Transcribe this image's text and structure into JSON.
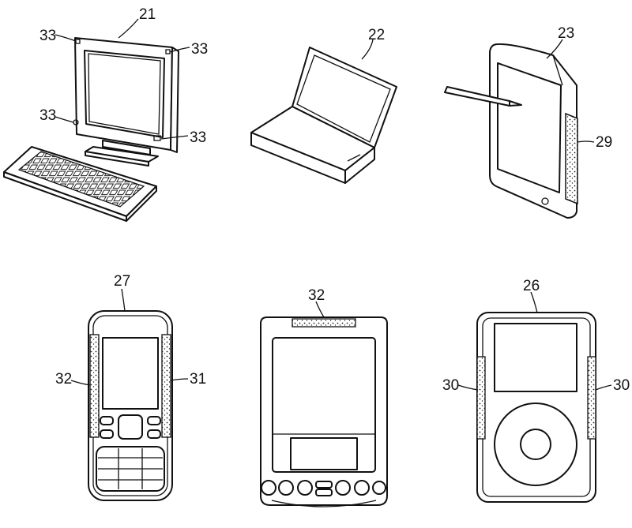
{
  "labels": {
    "monitor": "21",
    "monitor_markers": [
      "33",
      "33",
      "33",
      "33"
    ],
    "laptop": "22",
    "tablet": "23",
    "tablet_grip": "29",
    "phone": "27",
    "phone_left_grip": "32",
    "phone_right_grip": "31",
    "pda_top_grip": "32",
    "player": "26",
    "player_left_grip": "30",
    "player_right_grip": "30"
  }
}
